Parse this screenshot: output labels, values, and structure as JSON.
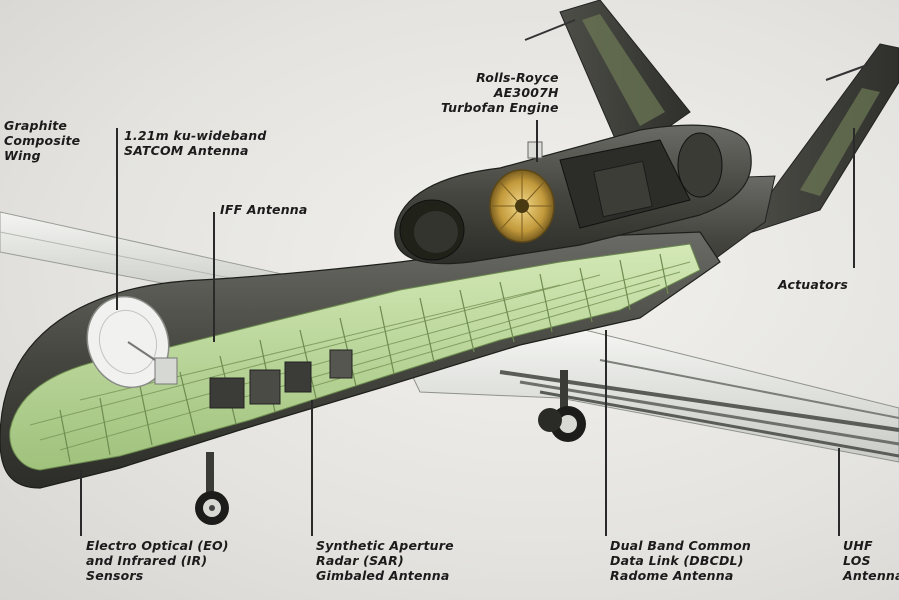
{
  "colors": {
    "background": "#e8e7e3",
    "airframe_dark": "#3f403c",
    "airframe_light": "#e6e8e4",
    "structure_green": "#b8d49a",
    "engine_gold": "#c7a24a",
    "label_text": "#1b1b1b"
  },
  "labels": {
    "graphite_wing": "Graphite\nComposite\nWing",
    "satcom": "1.21m ku-wideband\nSATCOM Antenna",
    "iff": "IFF Antenna",
    "engine": "Rolls-Royce\nAE3007H\nTurbofan Engine",
    "actuators": "Actuators",
    "eo_ir": "Electro Optical (EO)\nand Infrared (IR)\nSensors",
    "sar": "Synthetic Aperture\nRadar (SAR)\nGimbaled Antenna",
    "dbcdl": "Dual Band Common\nData Link (DBCDL)\nRadome Antenna",
    "uhf": "UHF\nLOS\nAntenna"
  }
}
